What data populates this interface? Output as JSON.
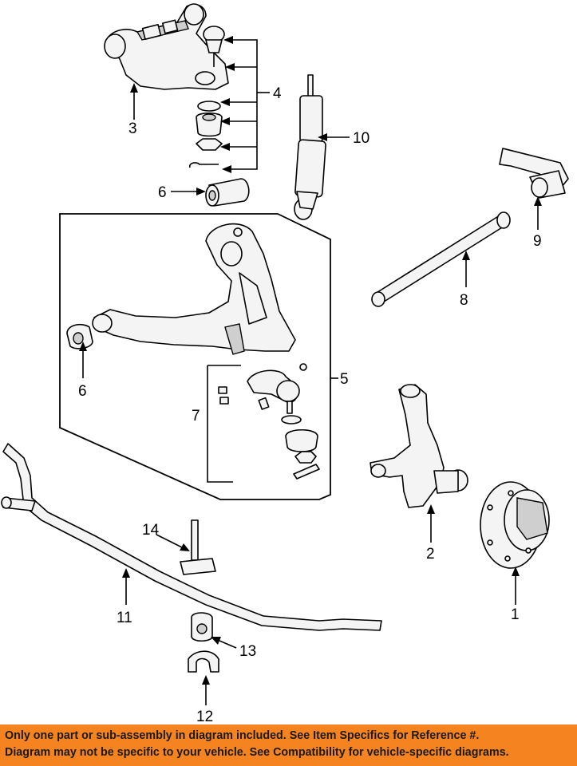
{
  "callouts": {
    "c1": "1",
    "c2": "2",
    "c3": "3",
    "c4": "4",
    "c5": "5",
    "c6a": "6",
    "c6b": "6",
    "c7": "7",
    "c8": "8",
    "c9": "9",
    "c10": "10",
    "c11": "11",
    "c12": "12",
    "c13": "13",
    "c14": "14"
  },
  "banner": {
    "line1": "Only one part or sub-assembly in diagram included. See Item Specifics for Reference #.",
    "line2": "Diagram may not be specific to your vehicle. See Compatibility for vehicle-specific diagrams."
  },
  "colors": {
    "banner_bg": "#f58320",
    "line": "#000000"
  }
}
